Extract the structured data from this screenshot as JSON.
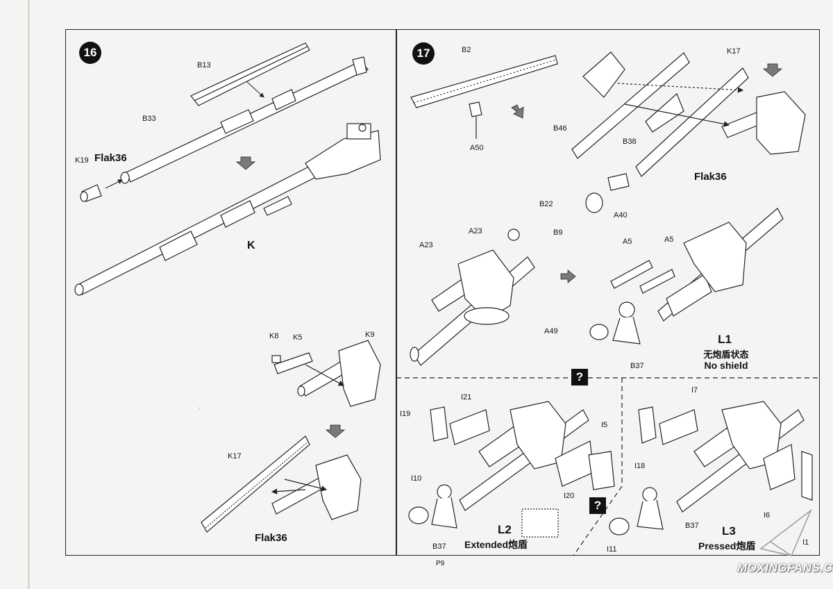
{
  "page": {
    "number": "P9",
    "watermark": "MOXINGFANS.COM"
  },
  "step16": {
    "number": "16",
    "labels": {
      "b13": "B13",
      "b33": "B33",
      "k19": "K19",
      "k19_note": "Flak36",
      "k": "K",
      "k8": "K8",
      "k5": "K5",
      "k9": "K9",
      "k17": "K17",
      "bottom_caption": "Flak36"
    }
  },
  "step17": {
    "number": "17",
    "labels": {
      "b2": "B2",
      "a50": "A50",
      "k17": "K17",
      "b46": "B46",
      "b38": "B38",
      "flak36": "Flak36",
      "b22": "B22",
      "a40": "A40",
      "a23_left": "A23",
      "a23_top": "A23",
      "b9": "B9",
      "a5_left": "A5",
      "a5_right": "A5",
      "a49": "A49",
      "b37": "B37"
    },
    "l1": {
      "code": "L1",
      "cn": "无炮盾状态",
      "en": "No shield"
    }
  },
  "option_l2": {
    "labels": {
      "i19": "I19",
      "i21": "I21",
      "i5": "I5",
      "i10": "I10",
      "i20": "I20",
      "b37": "B37"
    },
    "code": "L2",
    "caption": "Extended炮盾"
  },
  "option_l3": {
    "labels": {
      "i7": "I7",
      "i18": "I18",
      "b37": "B37",
      "i11": "I11",
      "i6": "I6",
      "i1": "I1"
    },
    "code": "L3",
    "caption": "Pressed炮盾"
  },
  "unknown_marker": "?",
  "colors": {
    "line": "#222222",
    "arrow_fill": "#7a7a7a",
    "paper": "#f4f4f2"
  }
}
